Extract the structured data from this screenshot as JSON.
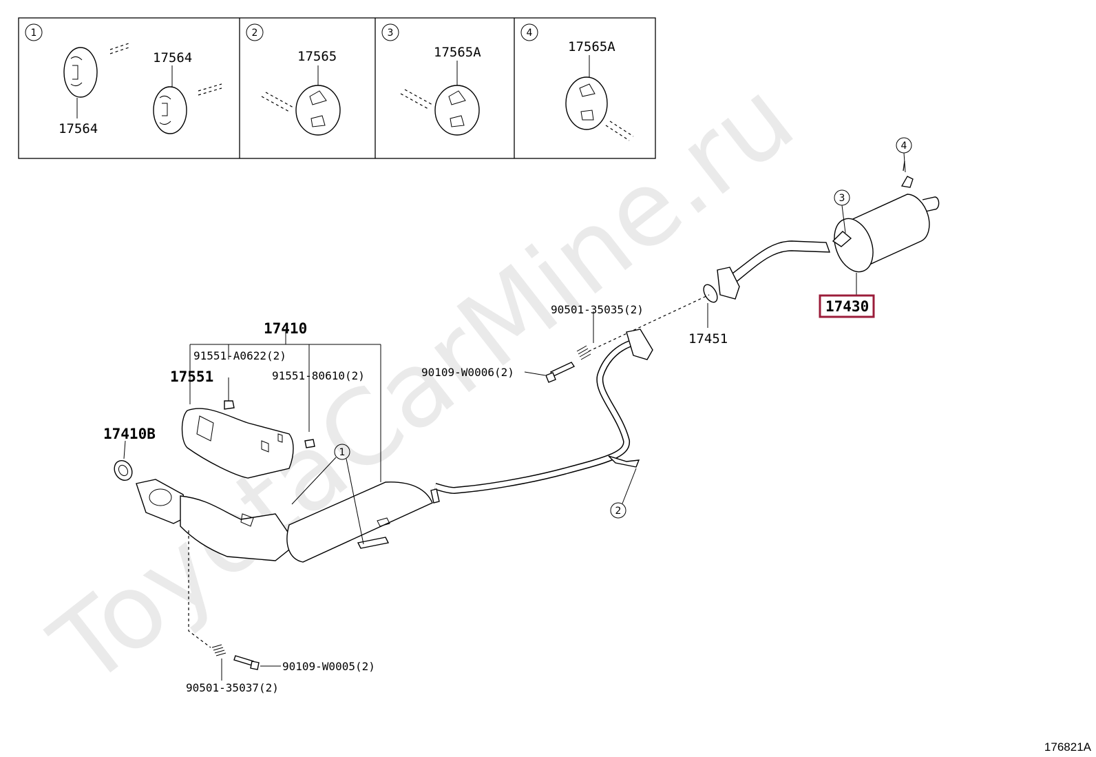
{
  "watermark": "ToyotaCarMine.ru",
  "diagram_code": "176821A",
  "inset_panels": [
    {
      "index": "1",
      "labels": [
        "17564",
        "17564"
      ]
    },
    {
      "index": "2",
      "labels": [
        "17565"
      ]
    },
    {
      "index": "3",
      "labels": [
        "17565A"
      ]
    },
    {
      "index": "4",
      "labels": [
        "17565A"
      ]
    }
  ],
  "parts": {
    "muffler": "17430",
    "gasket_rear": "17451",
    "bolt_front_pipe": "90501-35035(2)",
    "bolt_center": "90109-W0006(2)",
    "front_pipe_assy": "17410",
    "screw_a": "91551-A0622(2)",
    "screw_b": "91551-80610(2)",
    "heat_insulator": "17551",
    "gasket_front": "17410B",
    "bolt_lower": "90109-W0005(2)",
    "spring_lower": "90501-35037(2)"
  },
  "callouts": {
    "c1": "1",
    "c2": "2",
    "c3": "3",
    "c4": "4"
  },
  "highlight_color": "#9b1c3a"
}
